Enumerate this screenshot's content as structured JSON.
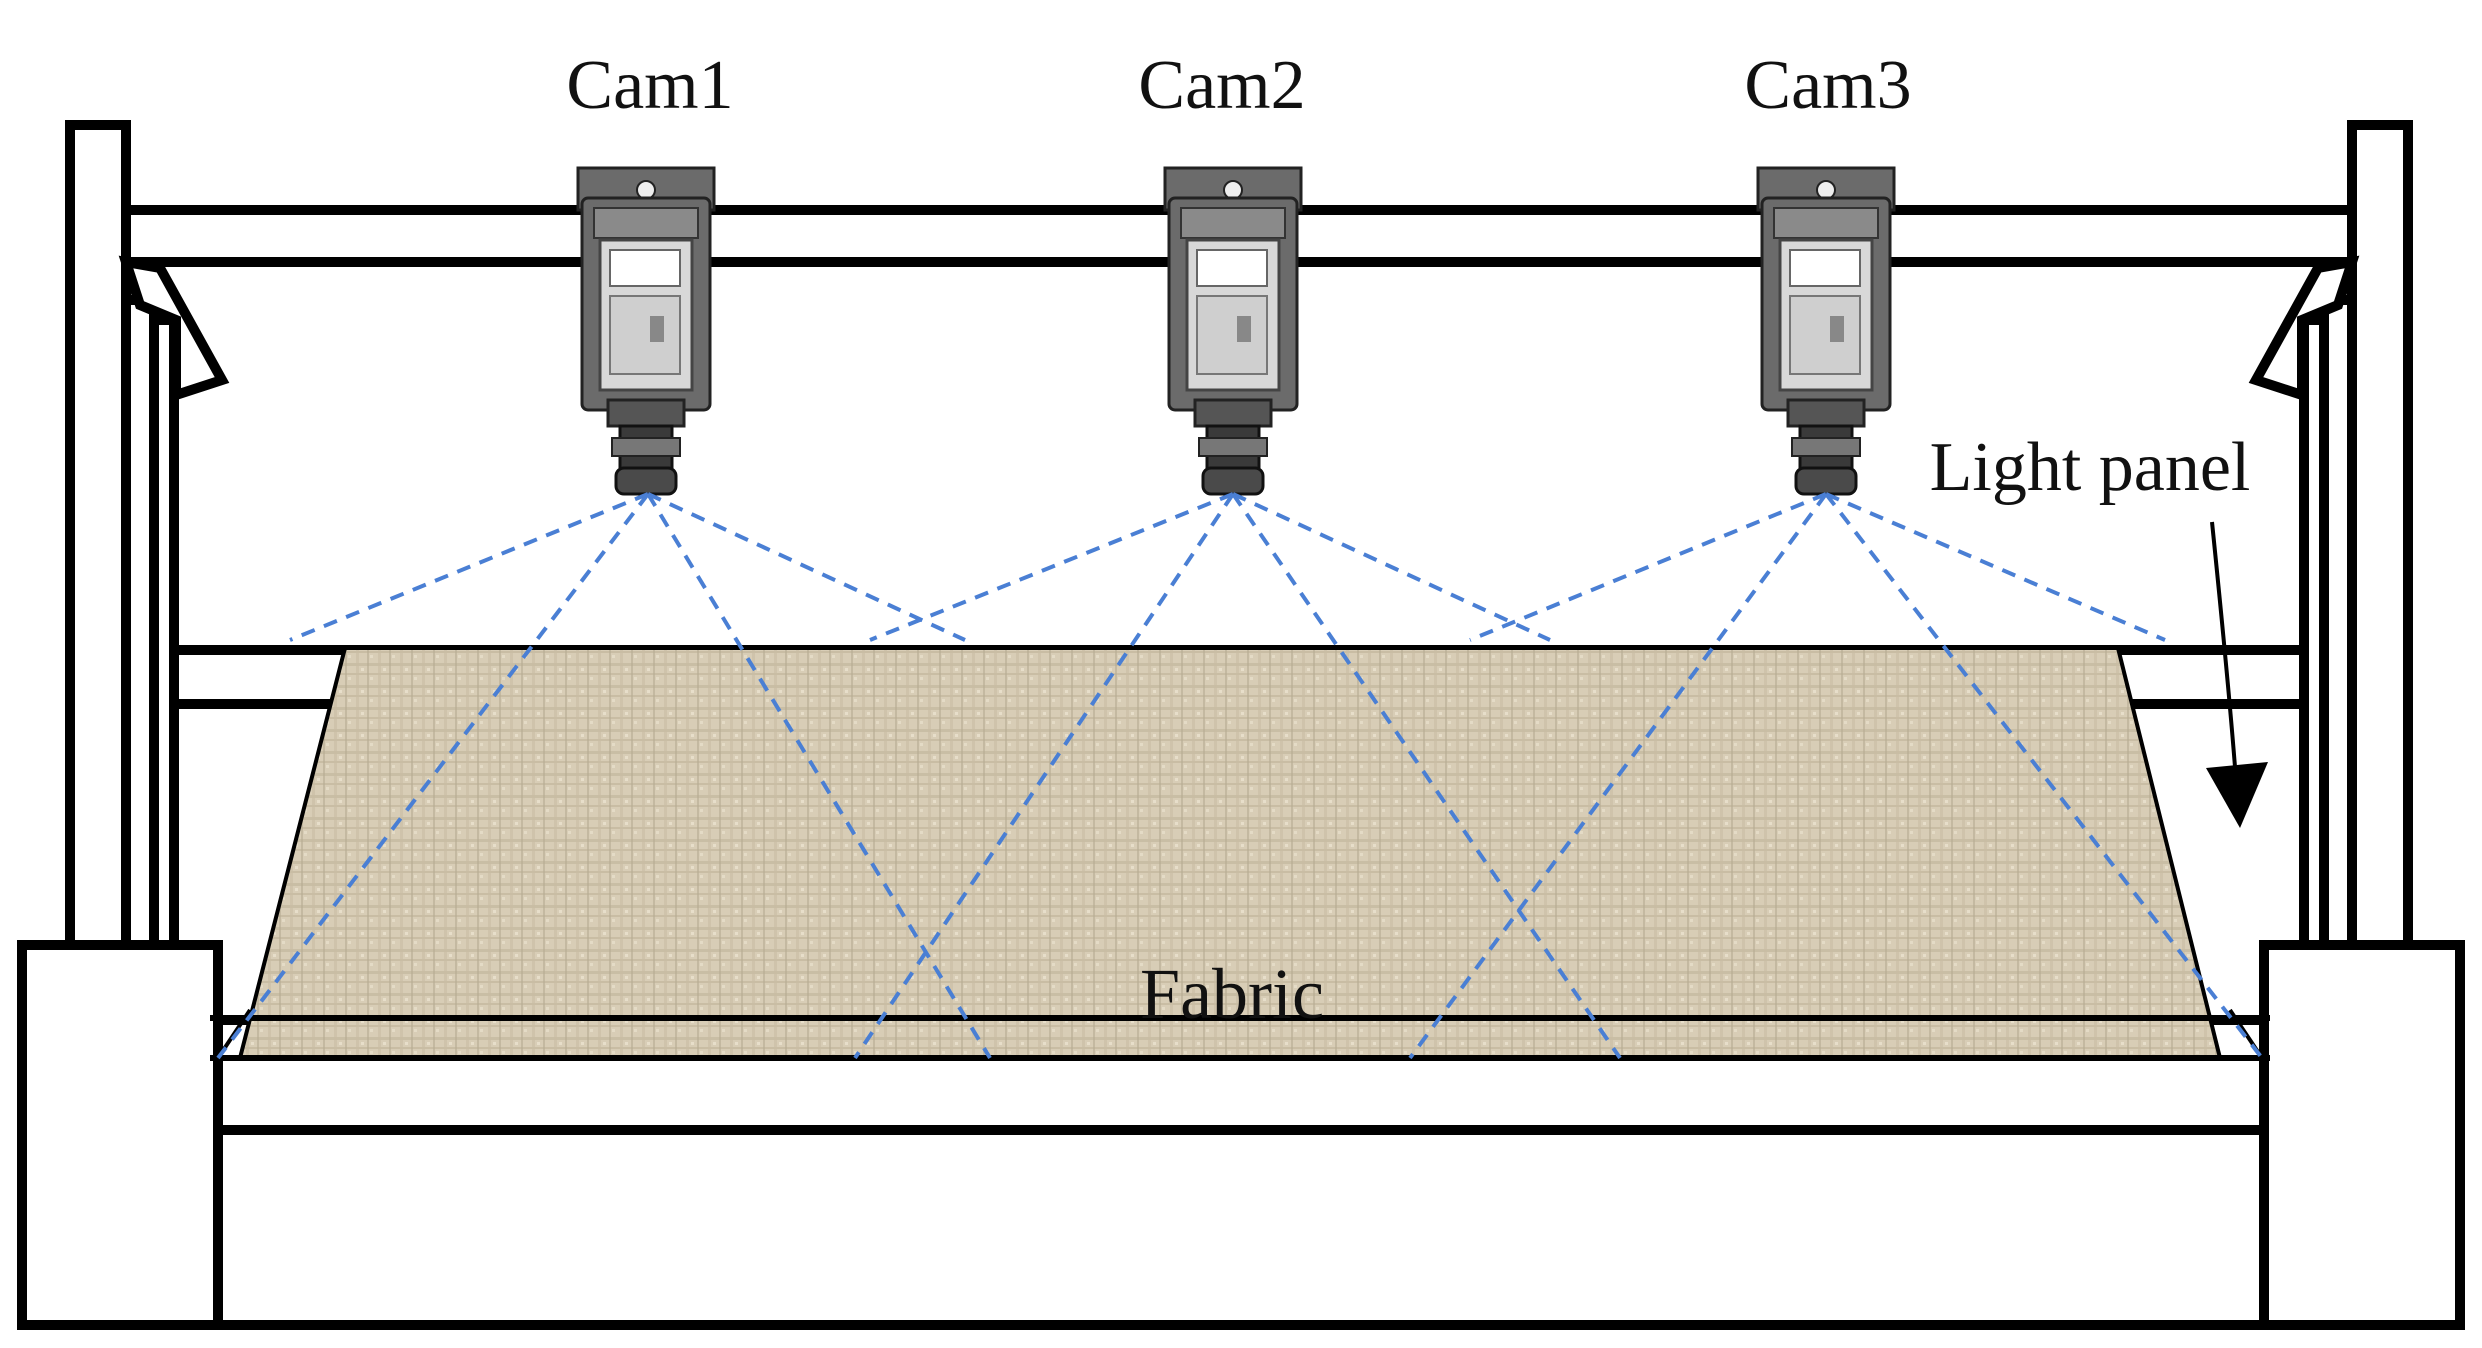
{
  "labels": {
    "cam1": "Cam1",
    "cam2": "Cam2",
    "cam3": "Cam3",
    "light_panel": "Light panel",
    "fabric": "Fabric"
  },
  "colors": {
    "frame": "#000000",
    "fabric": "#d8cdb6",
    "fabric_weave": "#b8ac92",
    "view_lines": "#4a7fd4",
    "camera_body": "#6b6b6b",
    "camera_dark": "#3a3a3a",
    "camera_light": "#d8d8d8"
  },
  "icons": {
    "camera": "camera-icon",
    "arrow": "arrow-down-icon"
  }
}
